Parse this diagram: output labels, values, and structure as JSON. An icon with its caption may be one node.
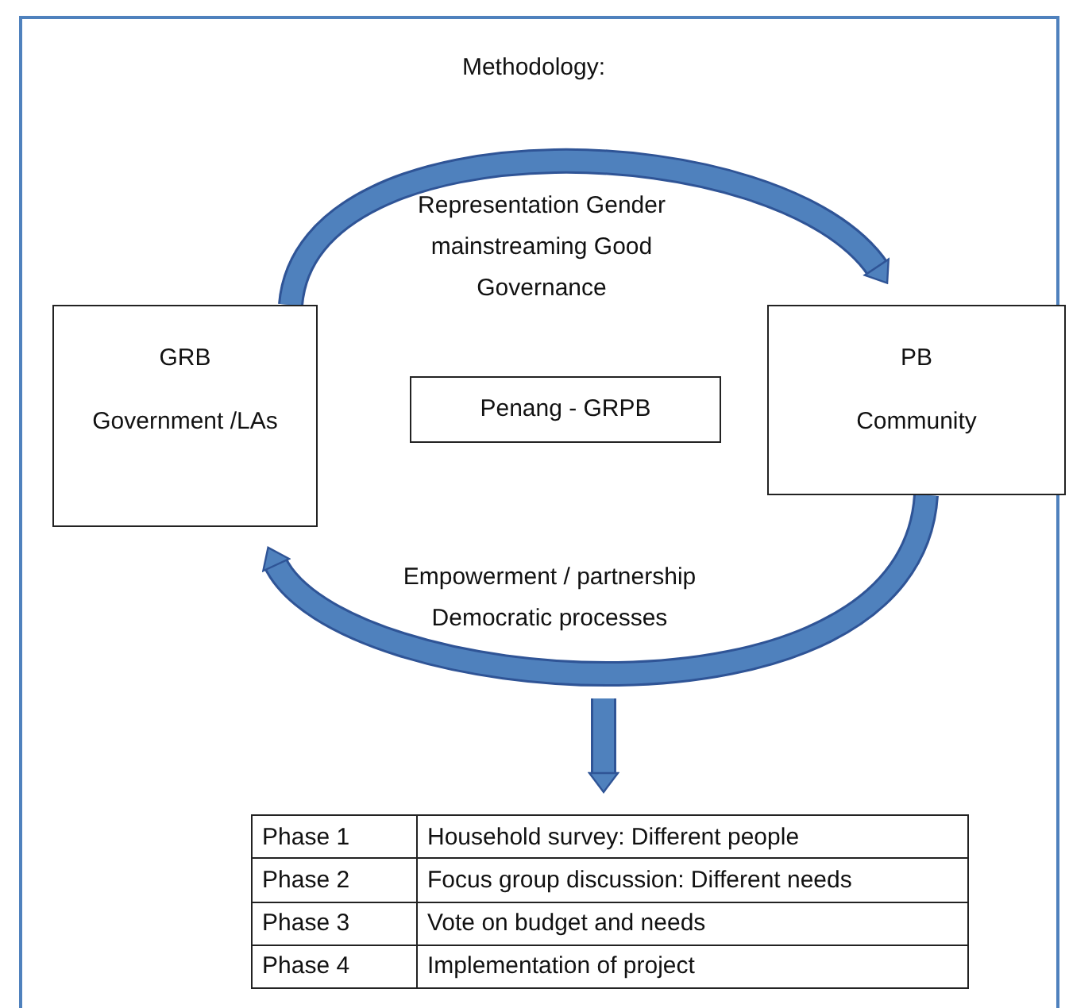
{
  "diagram": {
    "title": "Methodology:",
    "nodes": [
      {
        "text": [
          "GRB",
          "Government /LAs"
        ]
      },
      {
        "text": [
          "Penang - GRPB"
        ]
      },
      {
        "text": [
          "PB",
          "Community"
        ]
      },
      {
        "text": [
          "Phase 1",
          "Household survey: Different people",
          "Phase 2",
          "Focus group discussion: Different needs",
          "Phase 3",
          "Vote on budget and needs",
          "Phase 4",
          "Implementation of project"
        ]
      }
    ],
    "edges": [
      {
        "from": 0,
        "to": 2,
        "arrow": "to",
        "label": "Representation Gender mainstreaming Good Governance"
      },
      {
        "from": 2,
        "to": 0,
        "arrow": "to",
        "label": "Empowerment / partnership Democratic processes"
      },
      {
        "from": null,
        "to": 3,
        "arrow": "to"
      }
    ]
  }
}
